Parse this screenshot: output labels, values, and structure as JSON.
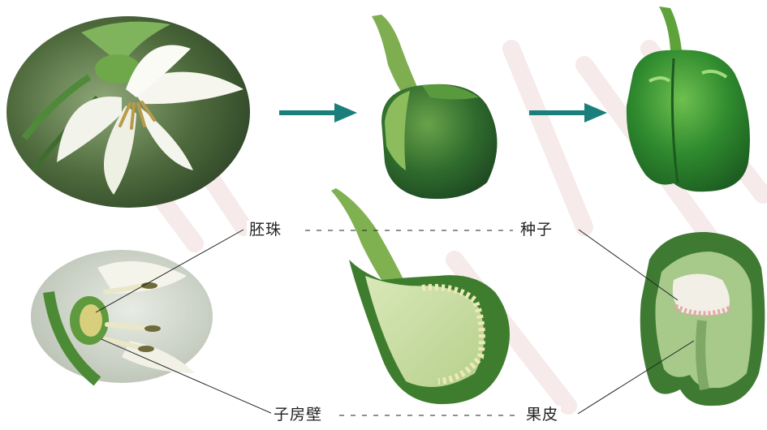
{
  "labels": {
    "ovule": "胚珠",
    "seed": "种子",
    "ovary_wall": "子房壁",
    "pericarp": "果皮"
  },
  "colors": {
    "arrow": "#1a7f7a",
    "watermark": "#f6eaea"
  },
  "images": [
    {
      "name": "pepper-flower-photo"
    },
    {
      "name": "young-pepper-fruit-photo"
    },
    {
      "name": "mature-pepper-photo"
    },
    {
      "name": "flower-cross-section-photo"
    },
    {
      "name": "young-fruit-cross-section-photo"
    },
    {
      "name": "mature-pepper-cross-section-photo"
    }
  ]
}
